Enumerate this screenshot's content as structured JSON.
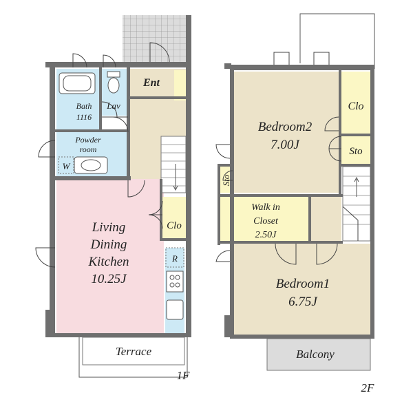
{
  "colors": {
    "wall": "#6f6f6f",
    "living": "#f8dce0",
    "bedroom": "#ece3c9",
    "storage": "#fbf7c5",
    "wet_area": "#cde9f5",
    "entrance_tile": "#dcdcdc",
    "balcony": "#dcdcdc"
  },
  "floor1": {
    "label": "1F",
    "rooms": {
      "entrance": "Ent",
      "bath": "Bath",
      "bath_size": "1116",
      "lav": "Lav",
      "powder": "Powder",
      "powder_room": "room",
      "washer": "W",
      "living_l1": "Living",
      "living_l2": "Dining",
      "living_l3": "Kitchen",
      "living_size": "10.25J",
      "closet": "Clo",
      "fridge": "R",
      "terrace": "Terrace"
    }
  },
  "floor2": {
    "label": "2F",
    "rooms": {
      "bedroom2": "Bedroom2",
      "bedroom2_size": "7.00J",
      "closet": "Clo",
      "storage_right": "Sto",
      "storage_left": "Sto",
      "walkin_l1": "Walk in",
      "walkin_l2": "Closet",
      "walkin_size": "2.50J",
      "bedroom1": "Bedroom1",
      "bedroom1_size": "6.75J",
      "balcony": "Balcony"
    }
  }
}
